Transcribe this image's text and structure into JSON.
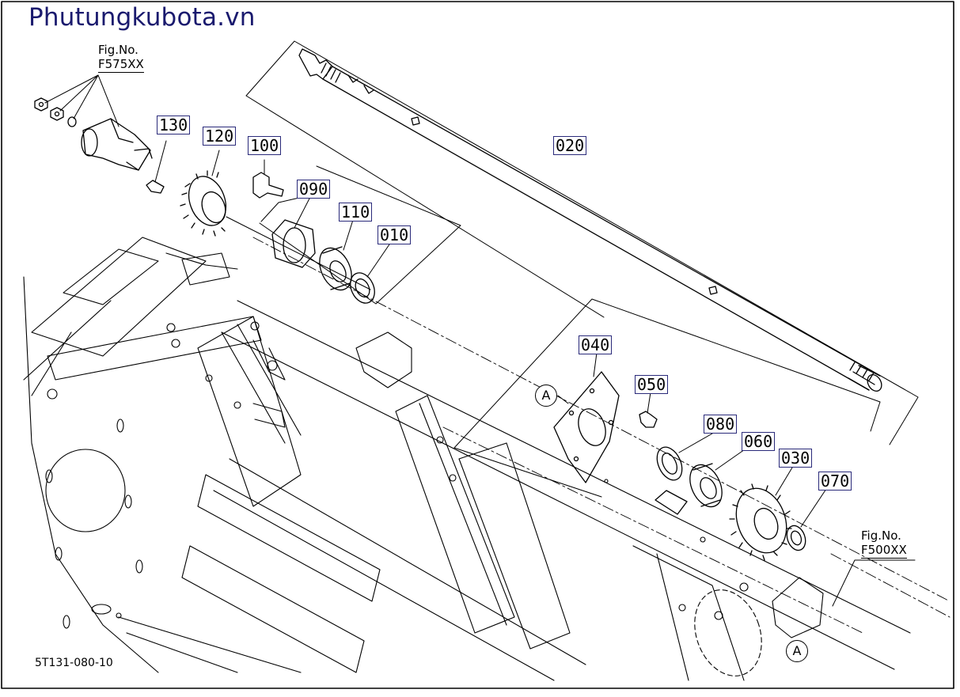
{
  "watermark": "Phutungkubota.vn",
  "figure_refs": [
    {
      "prefix": "Fig.No.",
      "number": "F575XX"
    },
    {
      "prefix": "Fig.No.",
      "number": "F500XX"
    }
  ],
  "parts": {
    "p010": "010",
    "p020": "020",
    "p030": "030",
    "p040": "040",
    "p050": "050",
    "p060": "060",
    "p070": "070",
    "p080": "080",
    "p090": "090",
    "p100": "100",
    "p110": "110",
    "p120": "120",
    "p130": "130"
  },
  "markers": {
    "a_left": "A",
    "a_right": "A"
  },
  "diagram_code": "5T131-080-10"
}
